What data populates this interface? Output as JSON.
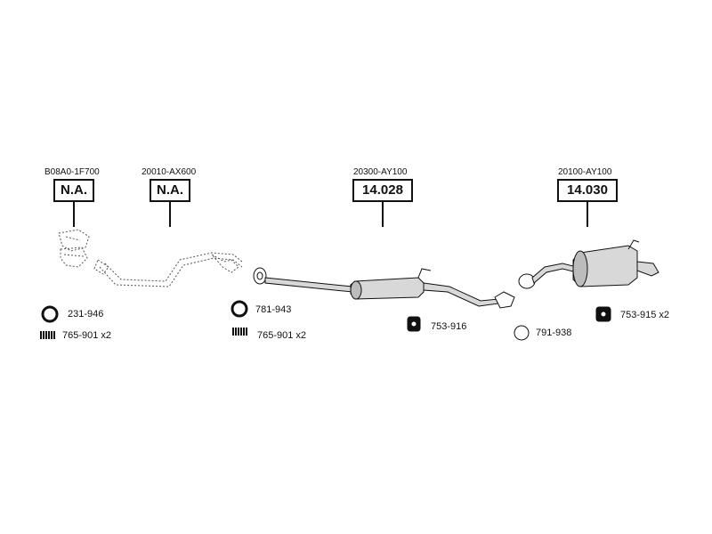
{
  "assemblies": [
    {
      "code": "B08A0-1F700",
      "ref": "N.A."
    },
    {
      "code": "20010-AX600",
      "ref": "N.A."
    },
    {
      "code": "20300-AY100",
      "ref": "14.028"
    },
    {
      "code": "20100-AY100",
      "ref": "14.030"
    }
  ],
  "parts": [
    {
      "number": "231-946",
      "icon": "gasket-ring-icon"
    },
    {
      "number": "765-901 x2",
      "icon": "spring-icon"
    },
    {
      "number": "781-943",
      "icon": "gasket-ring-icon"
    },
    {
      "number": "765-901 x2",
      "icon": "spring-icon"
    },
    {
      "number": "753-916",
      "icon": "rubber-mount-icon"
    },
    {
      "number": "791-938",
      "icon": "o-ring-icon"
    },
    {
      "number": "753-915 x2",
      "icon": "rubber-mount-icon"
    }
  ],
  "colors": {
    "line": "#111111",
    "part_fill": "#d8d8d8",
    "dashed": "#555555"
  }
}
